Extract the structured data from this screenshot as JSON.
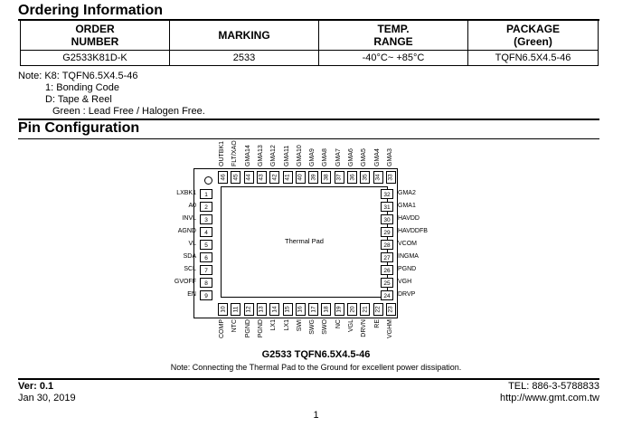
{
  "ordering": {
    "title": "Ordering Information",
    "headers": [
      "ORDER\nNUMBER",
      "MARKING",
      "TEMP.\nRANGE",
      "PACKAGE\n(Green)"
    ],
    "row": [
      "G2533K81D-K",
      "2533",
      "-40°C~ +85°C",
      "TQFN6.5X4.5-46"
    ],
    "notes": [
      "Note: K8: TQFN6.5X4.5-46",
      "1: Bonding Code",
      "D: Tape & Reel",
      "Green : Lead Free / Halogen Free."
    ]
  },
  "pin_config": {
    "title": "Pin Configuration",
    "pad_label": "Thermal Pad",
    "left_pins": [
      {
        "num": "1",
        "name": "LXBK1"
      },
      {
        "num": "2",
        "name": "A0"
      },
      {
        "num": "3",
        "name": "INVL"
      },
      {
        "num": "4",
        "name": "AGND"
      },
      {
        "num": "5",
        "name": "VL"
      },
      {
        "num": "6",
        "name": "SDA"
      },
      {
        "num": "7",
        "name": "SCL"
      },
      {
        "num": "8",
        "name": "GVOFF"
      },
      {
        "num": "9",
        "name": "EN"
      }
    ],
    "right_pins": [
      {
        "num": "32",
        "name": "GMA2"
      },
      {
        "num": "31",
        "name": "GMA1"
      },
      {
        "num": "30",
        "name": "HAVDD"
      },
      {
        "num": "29",
        "name": "HAVDDFB"
      },
      {
        "num": "28",
        "name": "VCOM"
      },
      {
        "num": "27",
        "name": "INGMA"
      },
      {
        "num": "26",
        "name": "PGND"
      },
      {
        "num": "25",
        "name": "VGH"
      },
      {
        "num": "24",
        "name": "DRVP"
      }
    ],
    "top_pins": [
      {
        "num": "46",
        "name": "OUTBK1"
      },
      {
        "num": "45",
        "name": "FLT/XAO"
      },
      {
        "num": "44",
        "name": "GMA14"
      },
      {
        "num": "43",
        "name": "GMA13"
      },
      {
        "num": "42",
        "name": "GMA12"
      },
      {
        "num": "41",
        "name": "GMA11"
      },
      {
        "num": "40",
        "name": "GMA10"
      },
      {
        "num": "39",
        "name": "GMA9"
      },
      {
        "num": "38",
        "name": "GMA8"
      },
      {
        "num": "37",
        "name": "GMA7"
      },
      {
        "num": "36",
        "name": "GMA6"
      },
      {
        "num": "35",
        "name": "GMA5"
      },
      {
        "num": "34",
        "name": "GMA4"
      },
      {
        "num": "33",
        "name": "GMA3"
      }
    ],
    "bottom_pins": [
      {
        "num": "10",
        "name": "COMP"
      },
      {
        "num": "11",
        "name": "NTC"
      },
      {
        "num": "12",
        "name": "PGND"
      },
      {
        "num": "13",
        "name": "PGND"
      },
      {
        "num": "14",
        "name": "LX1"
      },
      {
        "num": "15",
        "name": "LX1"
      },
      {
        "num": "16",
        "name": "SWI"
      },
      {
        "num": "17",
        "name": "SWG"
      },
      {
        "num": "18",
        "name": "SWO"
      },
      {
        "num": "19",
        "name": "NC"
      },
      {
        "num": "20",
        "name": "VGL"
      },
      {
        "num": "21",
        "name": "DRVN"
      },
      {
        "num": "22",
        "name": "RE"
      },
      {
        "num": "23",
        "name": "VGHM"
      }
    ],
    "caption": "G2533 TQFN6.5X4.5-46",
    "note": "Note: Connecting the Thermal Pad to the Ground for excellent power dissipation."
  },
  "footer": {
    "version": "Ver: 0.1",
    "date": "Jan 30, 2019",
    "tel": "TEL: 886-3-5788833",
    "url": "http://www.gmt.com.tw",
    "page": "1"
  }
}
